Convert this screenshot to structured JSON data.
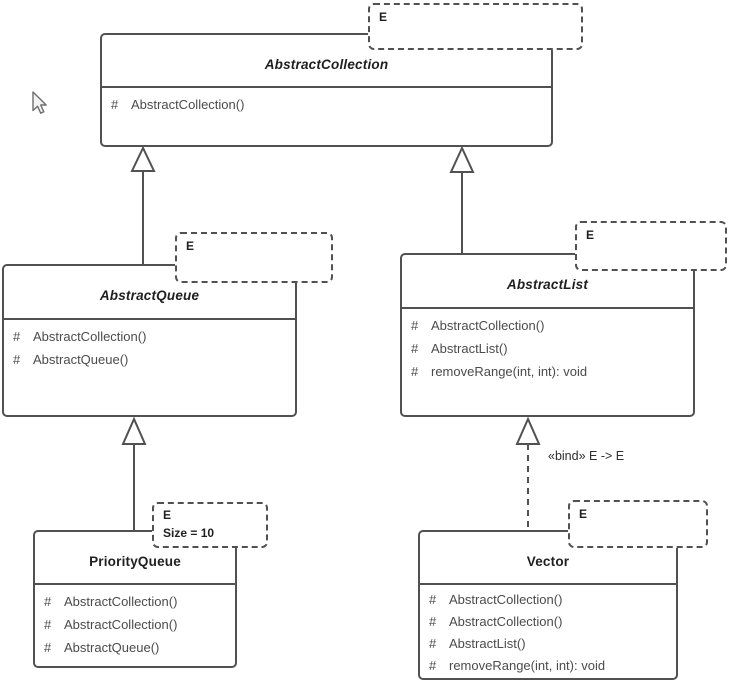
{
  "colors": {
    "line": "#515151",
    "title_text": "#1f1f1f",
    "operation_text": "#4b4b4b",
    "background": "#ffffff"
  },
  "classes": [
    {
      "name": "AbstractCollection",
      "kind": "abstract-class",
      "template": {
        "lines": [
          "E"
        ]
      },
      "operations": [
        {
          "vis": "#",
          "sig": "AbstractCollection()"
        }
      ]
    },
    {
      "name": "AbstractQueue",
      "kind": "abstract-class",
      "template": {
        "lines": [
          "E"
        ]
      },
      "operations": [
        {
          "vis": "#",
          "sig": "AbstractCollection()"
        },
        {
          "vis": "#",
          "sig": "AbstractQueue()"
        }
      ]
    },
    {
      "name": "AbstractList",
      "kind": "abstract-class",
      "template": {
        "lines": [
          "E"
        ]
      },
      "operations": [
        {
          "vis": "#",
          "sig": "AbstractCollection()"
        },
        {
          "vis": "#",
          "sig": "AbstractList()"
        },
        {
          "vis": "#",
          "sig": "removeRange(int, int): void"
        }
      ]
    },
    {
      "name": "PriorityQueue",
      "kind": "class",
      "template": {
        "lines": [
          "E",
          "Size = 10"
        ]
      },
      "operations": [
        {
          "vis": "#",
          "sig": "AbstractCollection()"
        },
        {
          "vis": "#",
          "sig": "AbstractCollection()"
        },
        {
          "vis": "#",
          "sig": "AbstractQueue()"
        }
      ]
    },
    {
      "name": "Vector",
      "kind": "class",
      "template": {
        "lines": [
          "E"
        ]
      },
      "operations": [
        {
          "vis": "#",
          "sig": "AbstractCollection()"
        },
        {
          "vis": "#",
          "sig": "AbstractCollection()"
        },
        {
          "vis": "#",
          "sig": "AbstractList()"
        },
        {
          "vis": "#",
          "sig": "removeRange(int, int): void"
        }
      ]
    }
  ],
  "relations": [
    {
      "from": "AbstractQueue",
      "to": "AbstractCollection",
      "type": "generalization",
      "label": ""
    },
    {
      "from": "AbstractList",
      "to": "AbstractCollection",
      "type": "generalization",
      "label": ""
    },
    {
      "from": "PriorityQueue",
      "to": "AbstractQueue",
      "type": "generalization",
      "label": ""
    },
    {
      "from": "Vector",
      "to": "AbstractList",
      "type": "bind-dependency",
      "label": "«bind» E -> E"
    }
  ]
}
